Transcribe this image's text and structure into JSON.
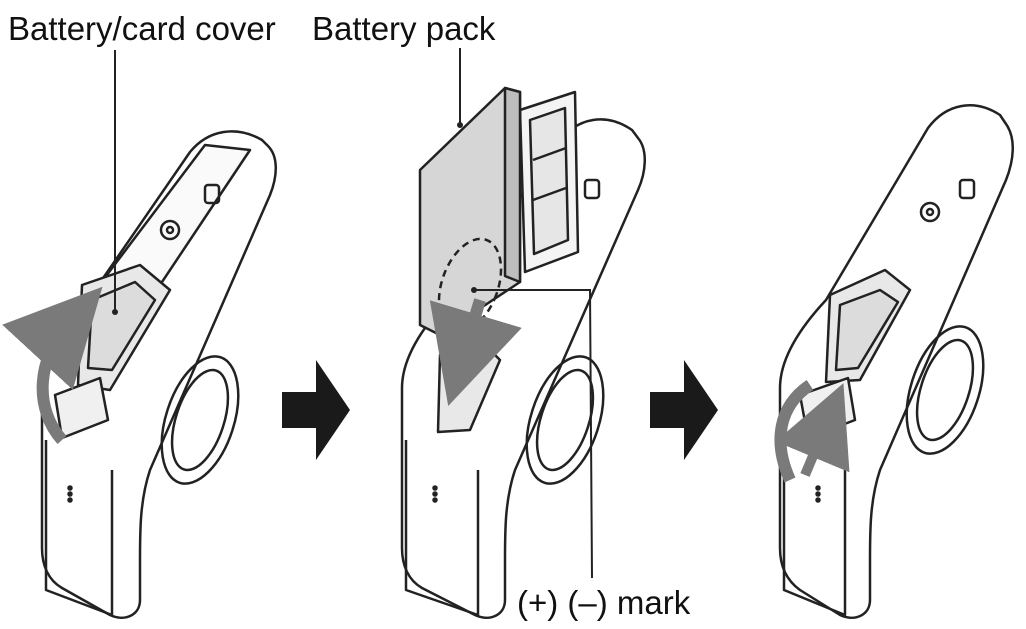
{
  "labels": {
    "battery_card_cover": "Battery/card cover",
    "battery_pack": "Battery pack",
    "polarity_mark": "(+) (–) mark"
  },
  "steps": [
    {
      "name": "open-cover"
    },
    {
      "name": "insert-battery"
    },
    {
      "name": "close-cover"
    }
  ],
  "colors": {
    "outline": "#222222",
    "arrow": "#1a1a1a",
    "motion_arrow": "#7a7a7a",
    "battery_fill": "#d6d6d6",
    "slot_fill": "#e8e8e8"
  }
}
